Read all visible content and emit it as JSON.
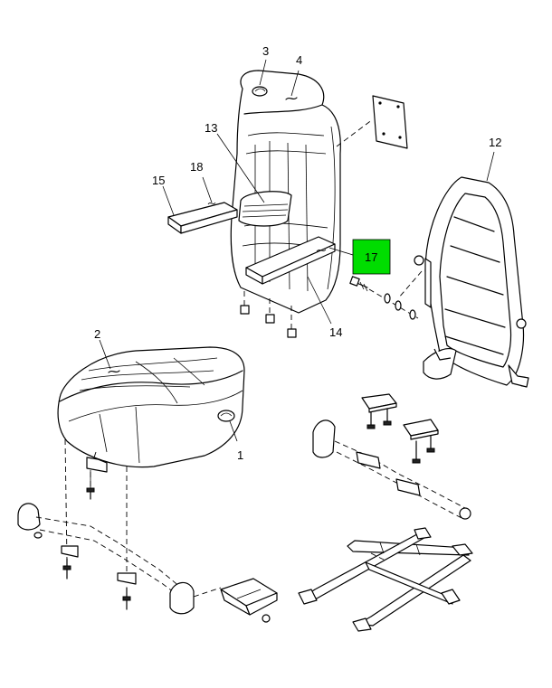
{
  "callouts": [
    {
      "id": "c1",
      "label": "1"
    },
    {
      "id": "c2",
      "label": "2"
    },
    {
      "id": "c3",
      "label": "3"
    },
    {
      "id": "c4",
      "label": "4"
    },
    {
      "id": "c12",
      "label": "12"
    },
    {
      "id": "c13",
      "label": "13"
    },
    {
      "id": "c14",
      "label": "14"
    },
    {
      "id": "c15",
      "label": "15"
    },
    {
      "id": "c17",
      "label": "17"
    },
    {
      "id": "c18",
      "label": "18"
    }
  ],
  "colors": {
    "highlight": "#00dd00",
    "line": "#000000",
    "background": "#ffffff"
  }
}
